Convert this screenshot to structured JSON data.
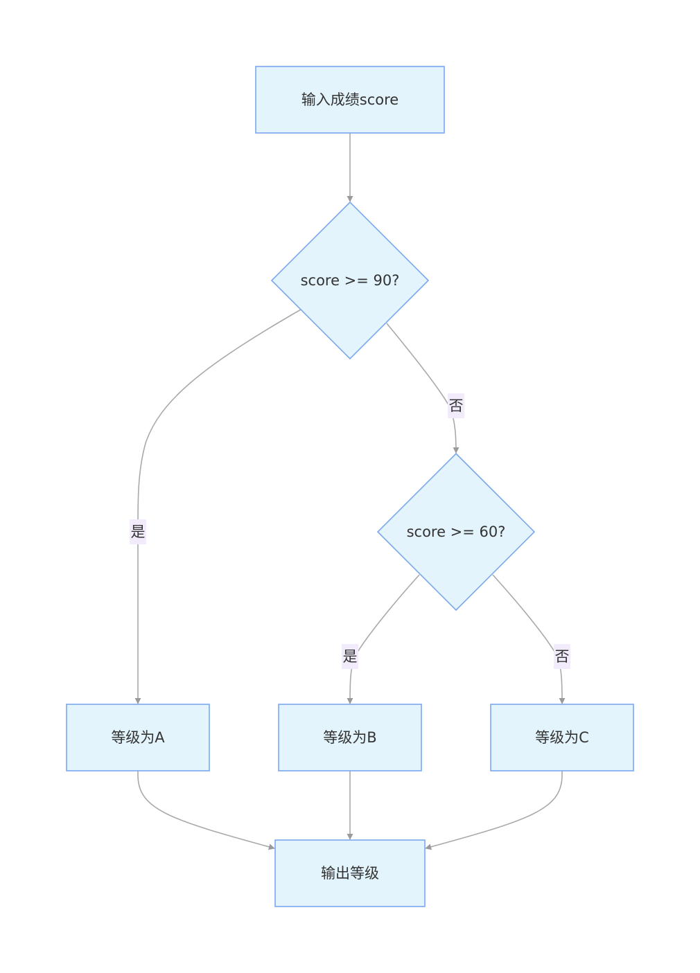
{
  "colors": {
    "node_fill": "#e3f4fc",
    "node_border": "#7aa7ef",
    "edge": "#a9a9a9",
    "label_bg": "#f2ebfb",
    "text": "#333333"
  },
  "nodes": {
    "input": "输入成绩score",
    "check90": "score >= 90?",
    "check60": "score >= 60?",
    "gradeA": "等级为A",
    "gradeB": "等级为B",
    "gradeC": "等级为C",
    "output": "输出等级"
  },
  "edges": [
    {
      "from": "input",
      "to": "check90",
      "label": ""
    },
    {
      "from": "check90",
      "to": "gradeA",
      "label": "是"
    },
    {
      "from": "check90",
      "to": "check60",
      "label": "否"
    },
    {
      "from": "check60",
      "to": "gradeB",
      "label": "是"
    },
    {
      "from": "check60",
      "to": "gradeC",
      "label": "否"
    },
    {
      "from": "gradeA",
      "to": "output",
      "label": ""
    },
    {
      "from": "gradeB",
      "to": "output",
      "label": ""
    },
    {
      "from": "gradeC",
      "to": "output",
      "label": ""
    }
  ]
}
